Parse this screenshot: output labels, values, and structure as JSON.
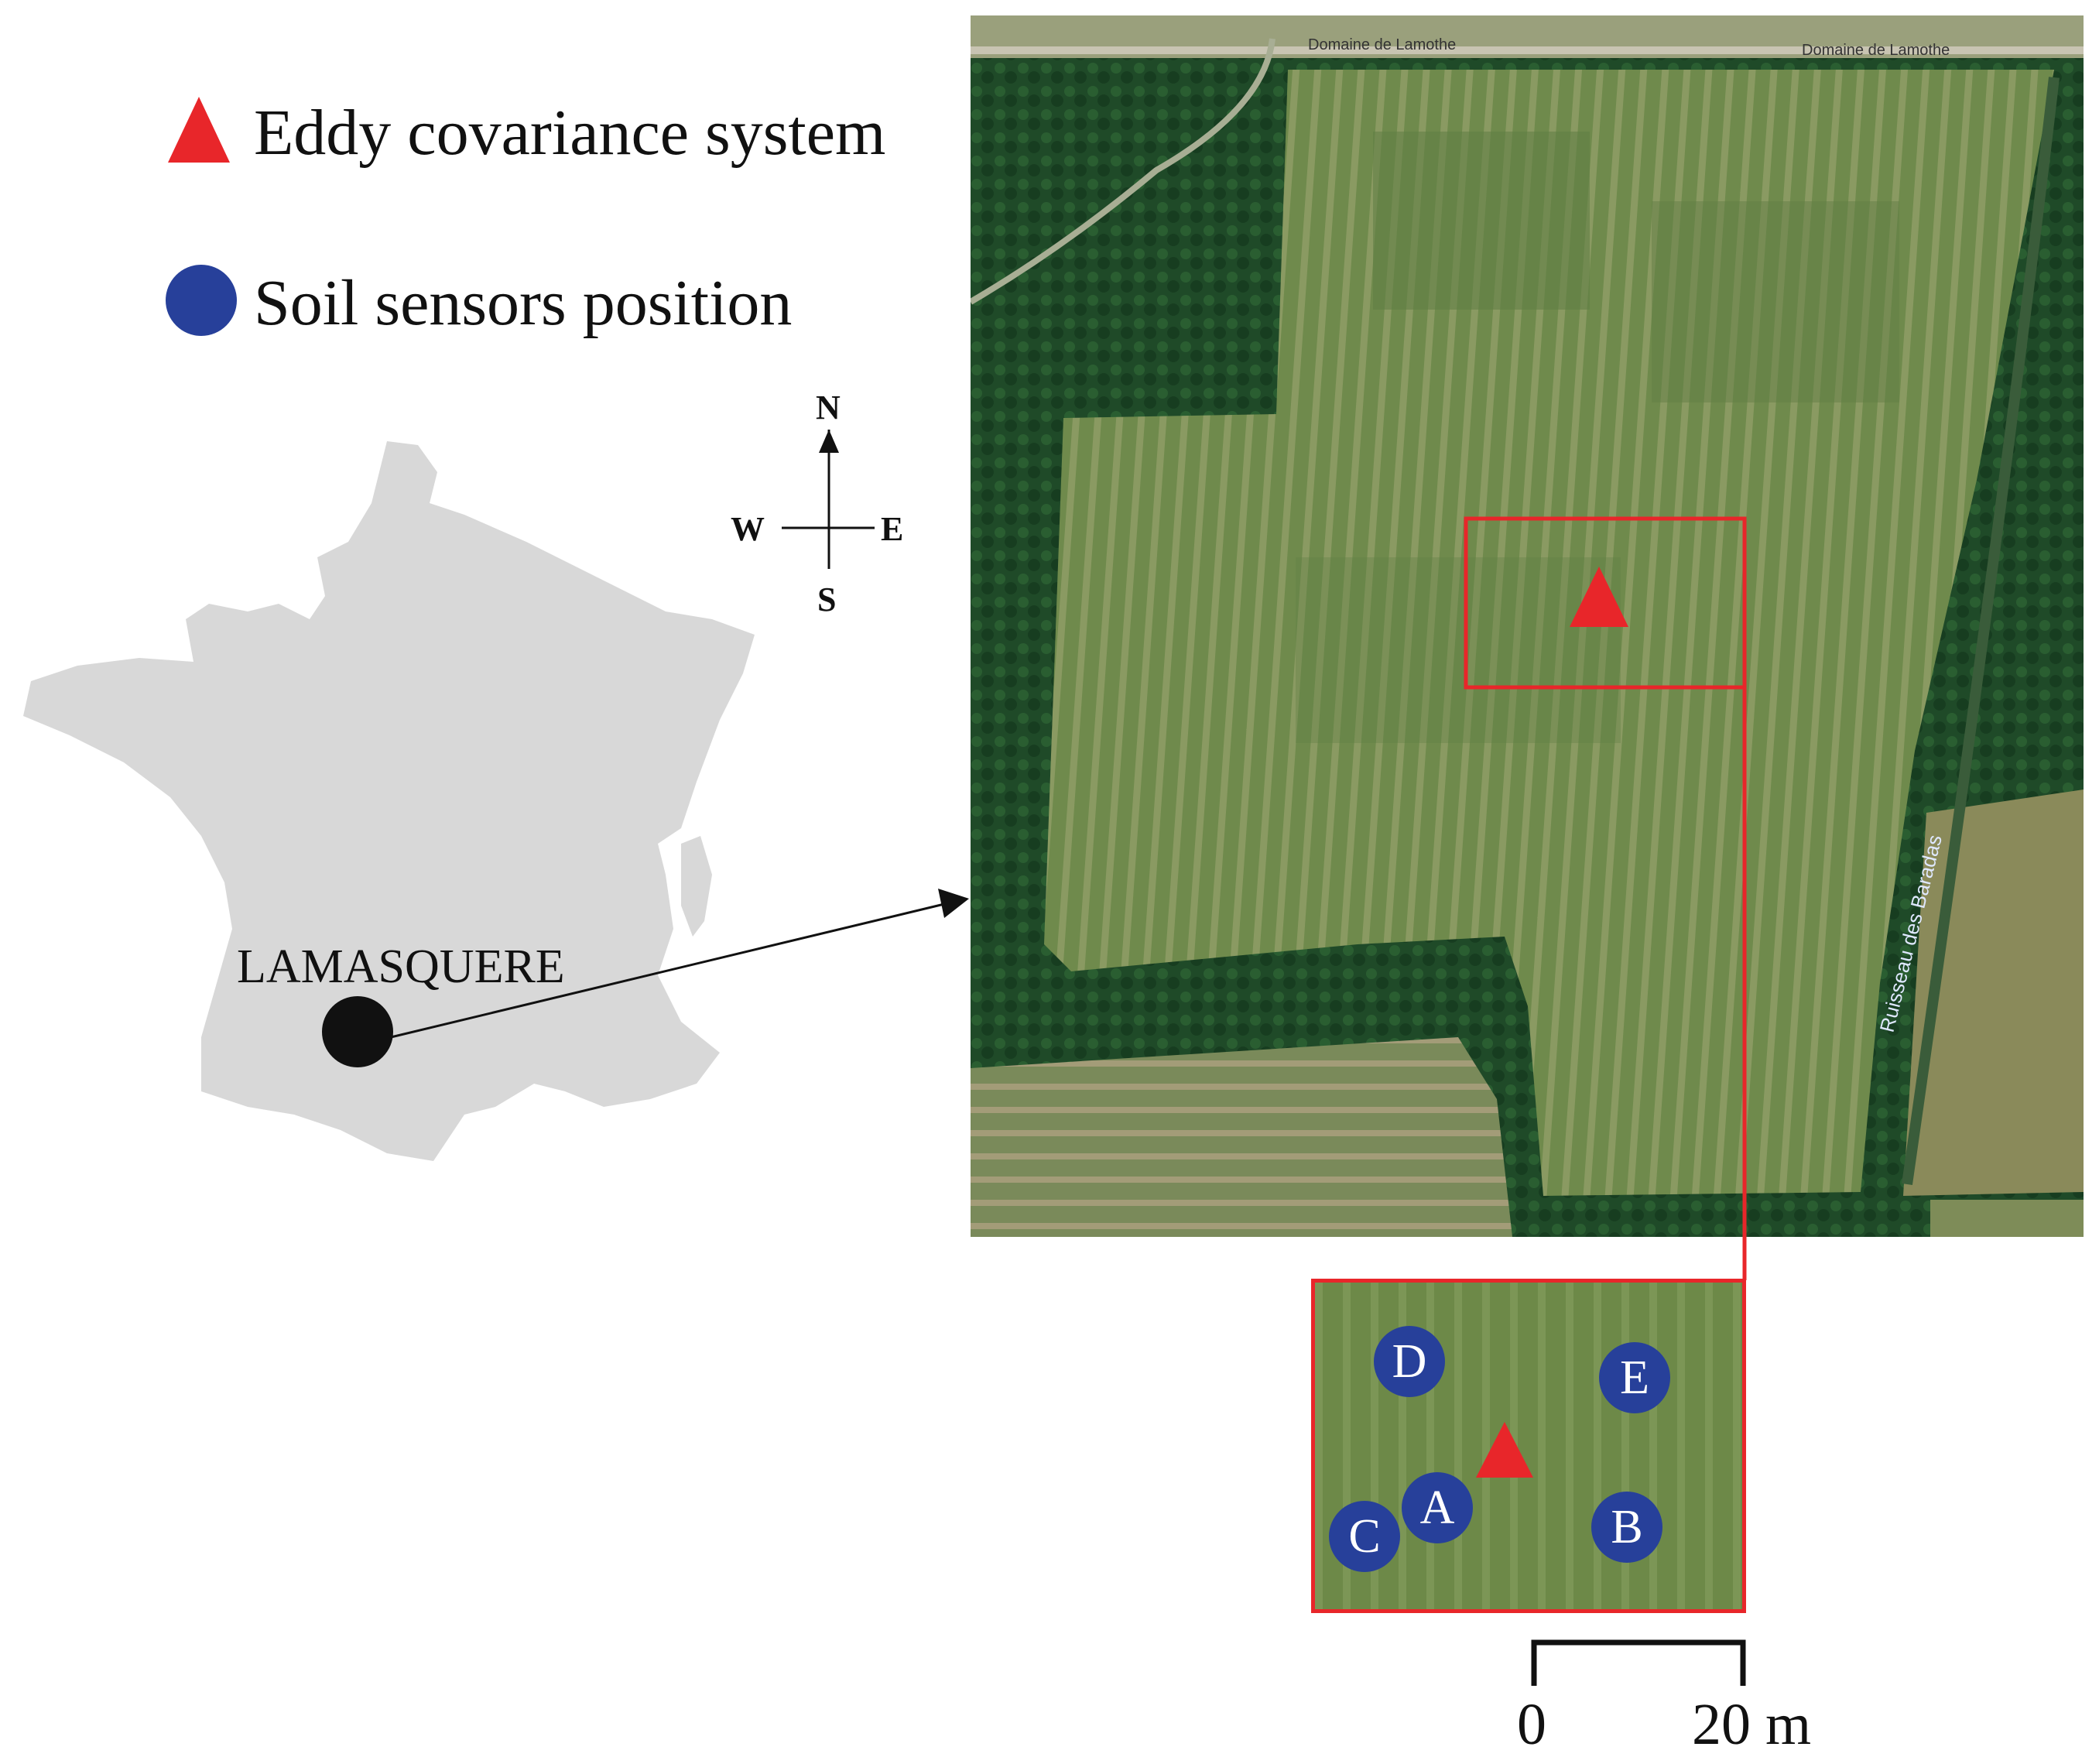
{
  "legend": {
    "eddy_label": "Eddy covariance system",
    "soil_label": "Soil sensors position"
  },
  "compass": {
    "north": "N",
    "south": "S",
    "west": "W",
    "east": "E"
  },
  "site": {
    "name": "LAMASQUERE"
  },
  "satellite": {
    "road_label_1": "Domaine de Lamothe",
    "road_label_2": "Domaine de Lamothe",
    "stream_label": "Ruisseau des Baradas"
  },
  "sensors": [
    "A",
    "B",
    "C",
    "D",
    "E"
  ],
  "scale_bar": {
    "start_label": "0",
    "end_label": "20 m"
  },
  "colors": {
    "eddy_marker": "#e8262a",
    "sensor_marker": "#27409a",
    "site_marker": "#111111",
    "france_fill": "#d8d8d8",
    "highlight_box": "#e8262a"
  }
}
